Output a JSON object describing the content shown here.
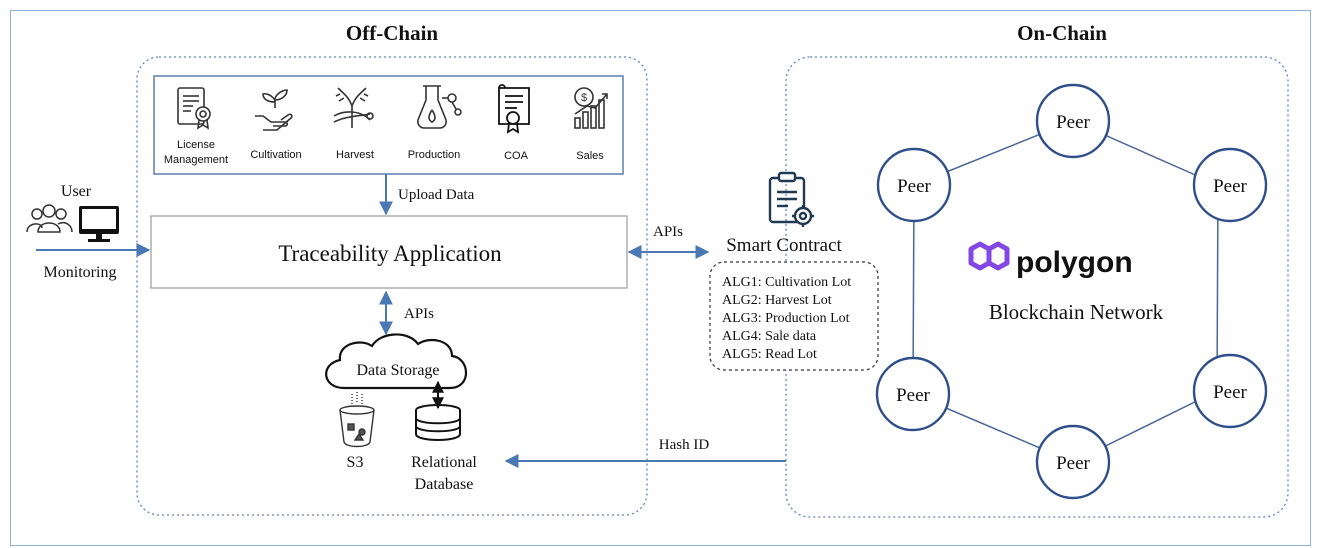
{
  "headings": {
    "off_chain": "Off-Chain",
    "on_chain": "On-Chain"
  },
  "modules": [
    {
      "icon": "license-icon",
      "label_line1": "License",
      "label_line2": "Management"
    },
    {
      "icon": "cultivation-icon",
      "label_line1": "Cultivation",
      "label_line2": ""
    },
    {
      "icon": "harvest-icon",
      "label_line1": "Harvest",
      "label_line2": ""
    },
    {
      "icon": "production-icon",
      "label_line1": "Production",
      "label_line2": ""
    },
    {
      "icon": "coa-icon",
      "label_line1": "COA",
      "label_line2": ""
    },
    {
      "icon": "sales-icon",
      "label_line1": "Sales",
      "label_line2": ""
    }
  ],
  "upload_label": "Upload Data",
  "user": {
    "label": "User",
    "monitoring": "Monitoring"
  },
  "app": {
    "title": "Traceability Application"
  },
  "apis_app_storage": "APIs",
  "apis_app_contract": "APIs",
  "storage": {
    "title": "Data Storage",
    "s3": "S3",
    "db_line1": "Relational",
    "db_line2": "Database"
  },
  "contract": {
    "title": "Smart Contract",
    "algorithms": [
      "ALG1: Cultivation Lot",
      "ALG2: Harvest Lot",
      "ALG3: Production Lot",
      "ALG4: Sale data",
      "ALG5: Read Lot"
    ]
  },
  "network": {
    "brand": "polygon",
    "brand_color": "#8247e5",
    "title": "Blockchain Network",
    "peers": [
      "Peer",
      "Peer",
      "Peer",
      "Peer",
      "Peer",
      "Peer"
    ]
  },
  "hash_label": "Hash ID",
  "colors": {
    "arrow": "#4a78b5",
    "dotted_border": "#5b86c0",
    "peer_border": "#2f4f8a",
    "box_border": "#5c7fa8"
  }
}
